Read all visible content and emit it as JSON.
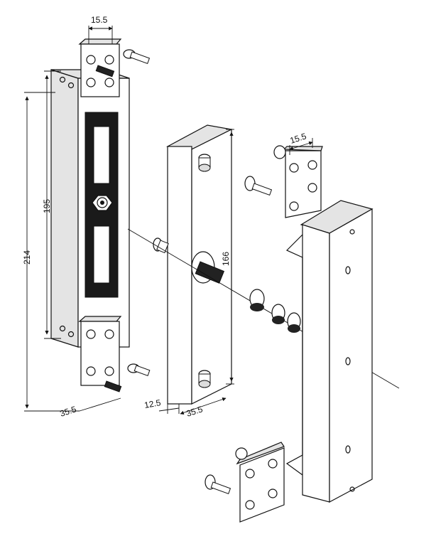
{
  "dimensions": {
    "d1": "15.5",
    "d2": "195",
    "d3": "214",
    "d4": "35.5",
    "d5": "12.5",
    "d6": "35.5",
    "d7": "166",
    "d8": "15.5"
  }
}
